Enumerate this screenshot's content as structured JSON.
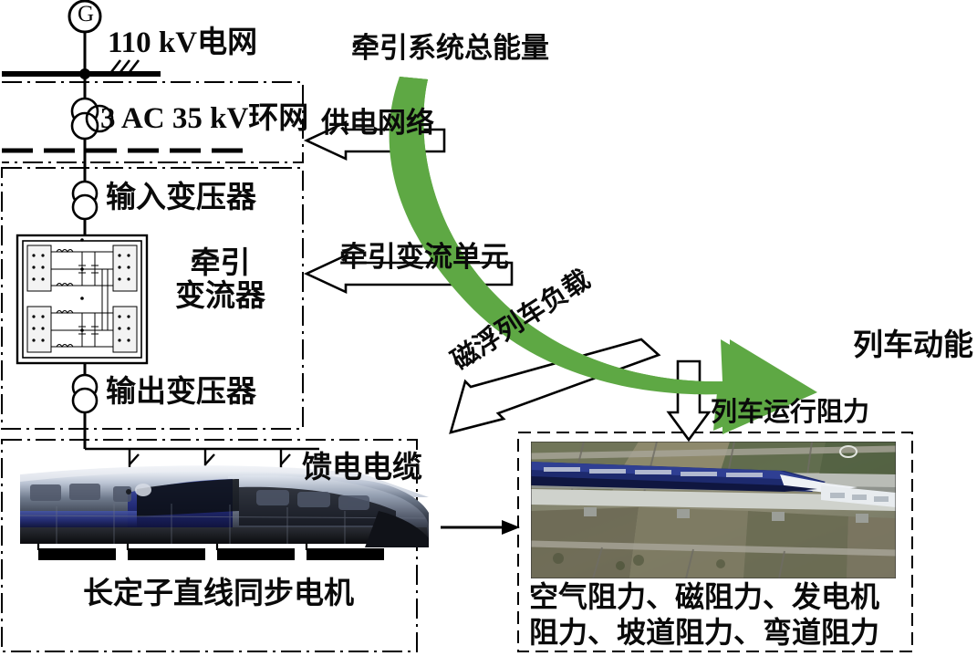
{
  "diagram": {
    "title": "Maglev traction power supply system energy flow diagram",
    "colors": {
      "green_arrow": "#5ea844",
      "line": "#000000",
      "background": "#ffffff",
      "train_body_blue": "#27317a",
      "train_body_gray": "#98a0ae"
    },
    "labels": {
      "generator": "G",
      "grid_110kv": "110 kV电网",
      "ring_35kv": "3 AC 35 kV环网",
      "input_transformer": "输入变压器",
      "traction_converter": "牵引\n变流器",
      "output_transformer": "输出变压器",
      "feeder_cable": "馈电电缆",
      "long_stator_motor": "长定子直线同步电机",
      "total_energy": "牵引系统总能量",
      "power_supply_network": "供电网络",
      "traction_converter_unit": "牵引变流单元",
      "maglev_train_load": "磁浮列车负载",
      "train_kinetic_energy": "列车动能",
      "train_running_resistance": "列车运行阻力",
      "resistance_list_line1": "空气阻力、磁阻力、发电机",
      "resistance_list_line2": "阻力、坡道阻力、弯道阻力"
    },
    "blocks": [
      {
        "name": "ring-network-block",
        "label": "3 AC 35 kV环网"
      },
      {
        "name": "converter-block",
        "label": "牵引变流器"
      },
      {
        "name": "stator-motor-block",
        "label": "长定子直线同步电机"
      },
      {
        "name": "resistance-block",
        "label": "空气阻力、磁阻力、发电机阻力、坡道阻力、弯道阻力"
      }
    ],
    "flow_arrows": [
      {
        "name": "power-supply-network-arrow",
        "label": "供电网络",
        "direction": "left",
        "style": "hollow"
      },
      {
        "name": "traction-converter-unit-arrow",
        "label": "牵引变流单元",
        "direction": "left",
        "style": "hollow"
      },
      {
        "name": "maglev-train-load-arrow",
        "label": "磁浮列车负载",
        "direction": "down-left",
        "style": "hollow"
      },
      {
        "name": "train-running-resistance-arrow",
        "label": "列车运行阻力",
        "direction": "down",
        "style": "hollow"
      },
      {
        "name": "total-energy-arrow",
        "label": "牵引系统总能量",
        "direction": "curve-down-right",
        "style": "solid-green"
      },
      {
        "name": "train-to-aerial-arrow",
        "label": "",
        "direction": "right",
        "style": "solid-black"
      }
    ]
  }
}
